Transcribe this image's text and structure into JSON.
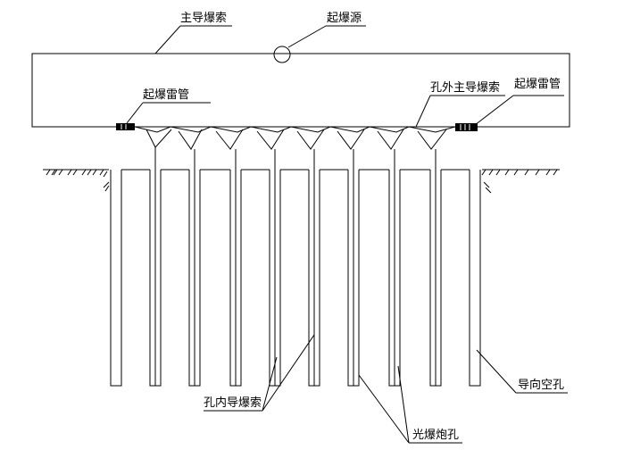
{
  "labels": {
    "main_detonating_cord": "主导爆索",
    "initiation_source": "起爆源",
    "detonator_left": "起爆雷管",
    "detonator_right": "起爆雷管",
    "outer_main_cord": "孔外主导爆索",
    "in_hole_cord": "孔内导爆索",
    "smooth_blast_hole": "光爆炮孔",
    "guide_empty_hole": "导向空孔"
  },
  "colors": {
    "line": "#000000",
    "background": "#ffffff"
  }
}
